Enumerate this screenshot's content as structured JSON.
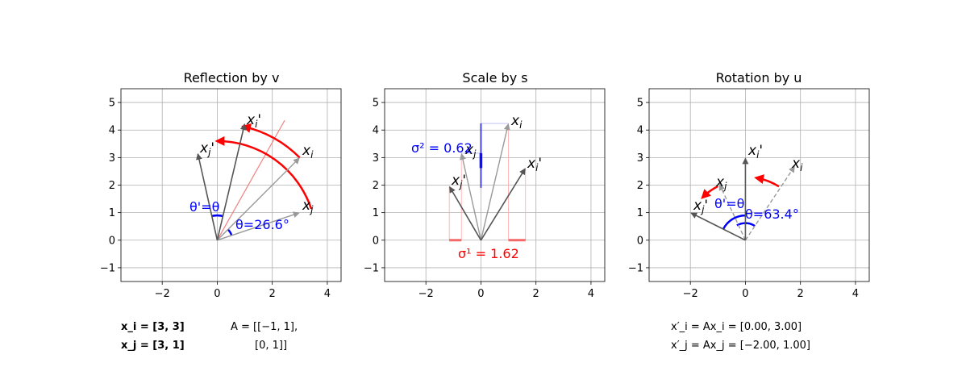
{
  "chart_data": [
    {
      "type": "scatter",
      "title": "Reflection by v",
      "xlim": [
        -3.5,
        4.5
      ],
      "ylim": [
        -1.5,
        5.5
      ],
      "xticks": [
        -2,
        0,
        2,
        4
      ],
      "yticks": [
        -1,
        0,
        1,
        2,
        3,
        4,
        5
      ],
      "grid": true,
      "vectors": [
        {
          "name": "x_i",
          "tip": [
            3,
            3
          ],
          "style": "light"
        },
        {
          "name": "x_j",
          "tip": [
            3,
            1
          ],
          "style": "light"
        },
        {
          "name": "x_i'",
          "tip": [
            1,
            4.24
          ],
          "style": "dark"
        },
        {
          "name": "x_j'",
          "tip": [
            -0.71,
            3.16
          ],
          "style": "dark"
        }
      ],
      "mirror_line": {
        "from": [
          0,
          0
        ],
        "to": [
          2.45,
          4.35
        ],
        "color": "#f08080"
      },
      "arcs": [
        {
          "color": "#ff0000",
          "radius": 4.24,
          "from_deg": 45,
          "to_deg": 77
        },
        {
          "color": "#ff0000",
          "radius": 3.6,
          "from_deg": 18.4,
          "to_deg": 90
        }
      ],
      "angles": [
        {
          "label": "θ=26.6°",
          "color": "#0000ff",
          "radius": 0.55,
          "from_deg": 18.4,
          "to_deg": 45
        },
        {
          "label": "θ'=θ",
          "color": "#0000ff",
          "radius": 0.9,
          "from_deg": 77,
          "to_deg": 103
        }
      ]
    },
    {
      "type": "scatter",
      "title": "Scale by s",
      "xlim": [
        -3.5,
        4.5
      ],
      "ylim": [
        -1.5,
        5.5
      ],
      "xticks": [
        -2,
        0,
        2,
        4
      ],
      "yticks": [
        -1,
        0,
        1,
        2,
        3,
        4,
        5
      ],
      "grid": true,
      "vectors": [
        {
          "name": "x_i",
          "tip": [
            1,
            4.24
          ],
          "style": "light"
        },
        {
          "name": "x_j",
          "tip": [
            -0.71,
            3.16
          ],
          "style": "light"
        },
        {
          "name": "x_i'",
          "tip": [
            1.62,
            2.62
          ],
          "style": "dark"
        },
        {
          "name": "x_j'",
          "tip": [
            -1.15,
            1.96
          ],
          "style": "dark"
        }
      ],
      "singular_values": [
        {
          "label": "σ¹ = 1.62",
          "value": 1.62,
          "axis": "x",
          "color": "#ff0000"
        },
        {
          "label": "σ² = 0.62",
          "value": 0.62,
          "axis": "y",
          "color": "#0000ff"
        }
      ]
    },
    {
      "type": "scatter",
      "title": "Rotation by u",
      "xlim": [
        -3.5,
        4.5
      ],
      "ylim": [
        -1.5,
        5.5
      ],
      "xticks": [
        -2,
        0,
        2,
        4
      ],
      "yticks": [
        -1,
        0,
        1,
        2,
        3,
        4,
        5
      ],
      "grid": true,
      "vectors": [
        {
          "name": "x_i",
          "tip": [
            1.8,
            2.7
          ],
          "style": "dashed"
        },
        {
          "name": "x_j",
          "tip": [
            -0.95,
            2.05
          ],
          "style": "dashed"
        },
        {
          "name": "x_i'",
          "tip": [
            0,
            3
          ],
          "style": "dark"
        },
        {
          "name": "x_j'",
          "tip": [
            -2,
            1
          ],
          "style": "dark"
        }
      ],
      "arcs": [
        {
          "color": "#ff0000",
          "radius": 2.3,
          "from_deg": 58,
          "to_deg": 80
        },
        {
          "color": "#ff0000",
          "radius": 2.2,
          "from_deg": 117,
          "to_deg": 135
        }
      ],
      "angles": [
        {
          "label": "θ=63.4°",
          "color": "#0000ff",
          "radius": 0.62,
          "from_deg": 56.3,
          "to_deg": 120
        },
        {
          "label": "θ'=θ",
          "color": "#0000ff",
          "radius": 0.9,
          "from_deg": 90,
          "to_deg": 153.4
        }
      ]
    }
  ],
  "formulas": {
    "xi": "x_i = [3, 3]",
    "xj": "x_j = [3, 1]",
    "a1": "A = [[−1, 1],",
    "a2": "[0, 1]]",
    "xip": "x′_i = Ax_i = [0.00, 3.00]",
    "xjp": "x′_j = Ax_j = [−2.00, 1.00]"
  }
}
